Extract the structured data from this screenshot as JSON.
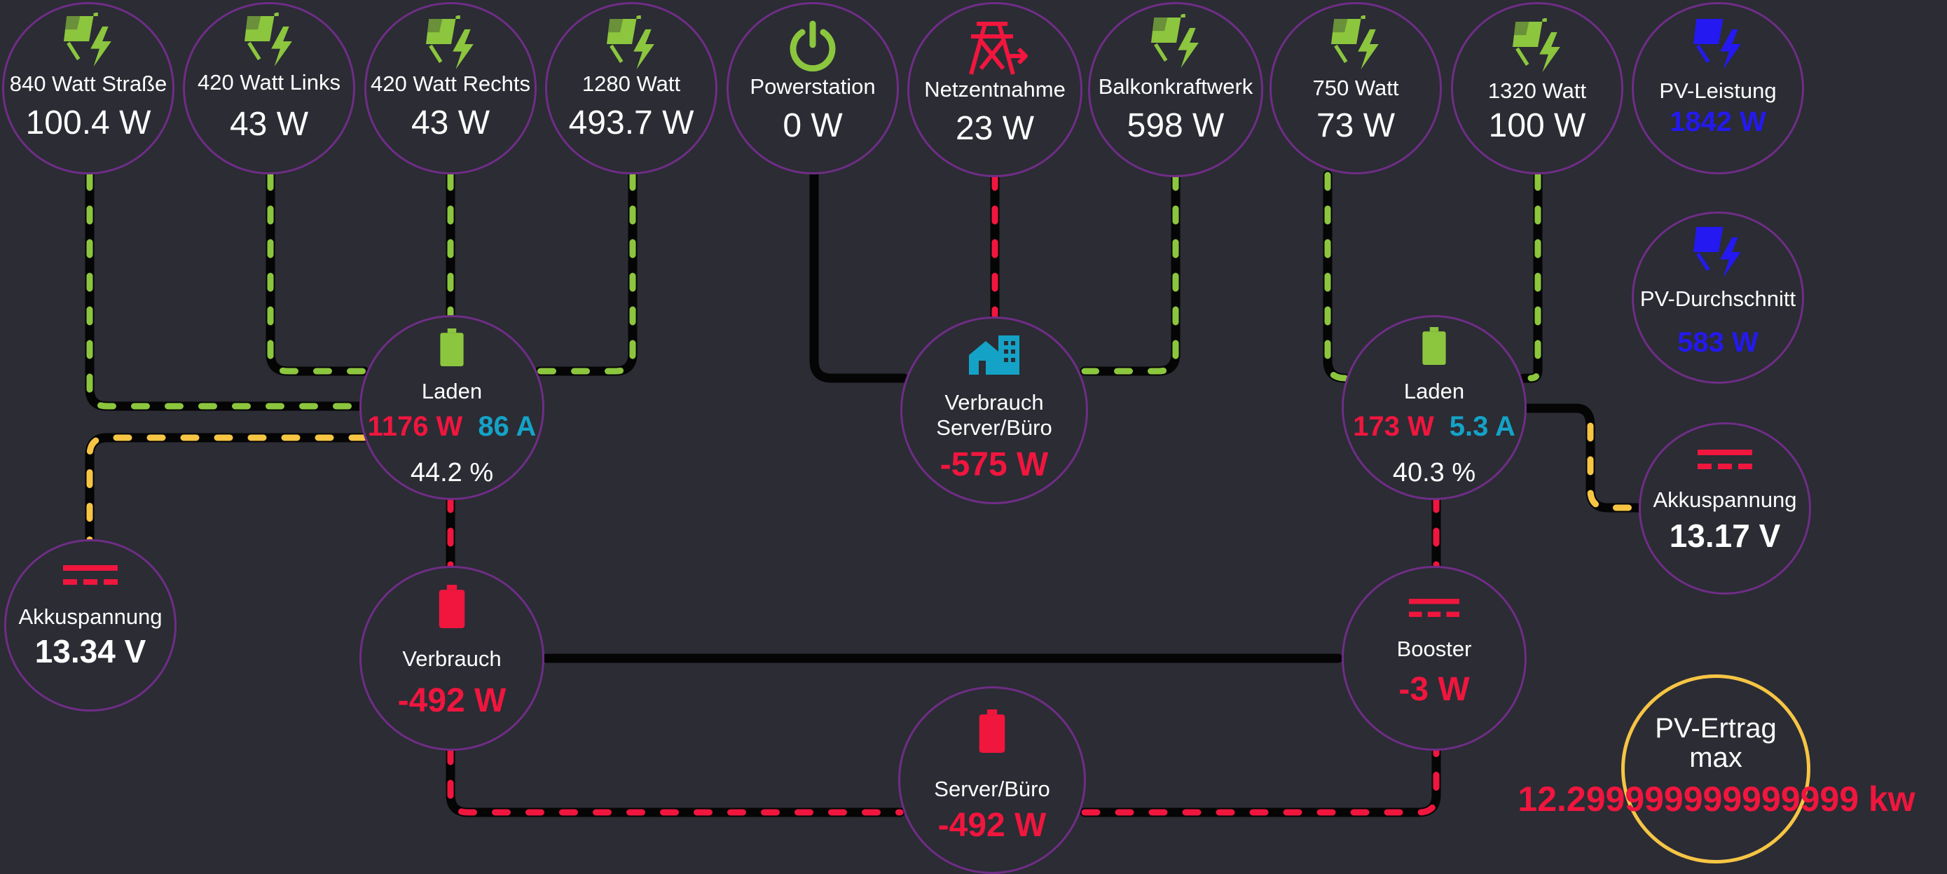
{
  "colors": {
    "background": "#2b2c34",
    "ring": "#6f2d86",
    "solar_green": "#8cc63e",
    "grid_red": "#f0163e",
    "battery_yellow": "#f6c544",
    "house_blue": "#14a3c7",
    "pv_violet": "#2419f0",
    "line_black": "#050505"
  },
  "top_row": [
    {
      "label": "840 Watt Straße",
      "value": "100.4 W",
      "icon": "solar-panel-bolt-icon"
    },
    {
      "label": "420 Watt Links",
      "value": "43 W",
      "icon": "solar-panel-bolt-icon"
    },
    {
      "label": "420 Watt Rechts",
      "value": "43 W",
      "icon": "solar-panel-bolt-icon"
    },
    {
      "label": "1280 Watt",
      "value": "493.7 W",
      "icon": "solar-panel-bolt-icon"
    },
    {
      "label": "Powerstation",
      "value": "0 W",
      "icon": "power-icon"
    },
    {
      "label": "Netzentnahme",
      "value": "23 W",
      "icon": "transmission-tower-icon"
    },
    {
      "label": "Balkonkraftwerk",
      "value": "598 W",
      "icon": "solar-panel-bolt-icon"
    },
    {
      "label": "750 Watt",
      "value": "73 W",
      "icon": "solar-panel-bolt-icon"
    },
    {
      "label": "1320 Watt",
      "value": "100 W",
      "icon": "solar-panel-bolt-icon"
    }
  ],
  "pv_leistung": {
    "label": "PV-Leistung",
    "value": "1842 W",
    "icon": "solar-panel-bolt-icon"
  },
  "pv_durchschnitt": {
    "label": "PV-Durchschnitt",
    "value": "583 W",
    "icon": "solar-panel-bolt-icon"
  },
  "laden_left": {
    "label": "Laden",
    "power": "1176 W",
    "current": "86 A",
    "soc": "44.2 %",
    "icon": "battery-icon"
  },
  "laden_right": {
    "label": "Laden",
    "power": "173 W",
    "current": "5.3 A",
    "soc": "40.3 %",
    "icon": "battery-icon"
  },
  "verbrauch_house": {
    "label_line1": "Verbrauch",
    "label_line2": "Server/Büro",
    "value": "-575 W",
    "icon": "home-city-icon"
  },
  "akku_left": {
    "label": "Akkuspannung",
    "value": "13.34 V",
    "icon": "dc-current-icon"
  },
  "akku_right": {
    "label": "Akkuspannung",
    "value": "13.17 V",
    "icon": "dc-current-icon"
  },
  "verbrauch": {
    "label": "Verbrauch",
    "value": "-492 W",
    "icon": "battery-red-icon"
  },
  "booster": {
    "label": "Booster",
    "value": "-3 W",
    "icon": "dc-current-icon"
  },
  "server_buero": {
    "label": "Server/Büro",
    "value": "-492 W",
    "icon": "battery-red-icon"
  },
  "pv_ertrag": {
    "label_line1": "PV-Ertrag",
    "label_line2": "max",
    "value": "12.299999999999999 kw"
  }
}
